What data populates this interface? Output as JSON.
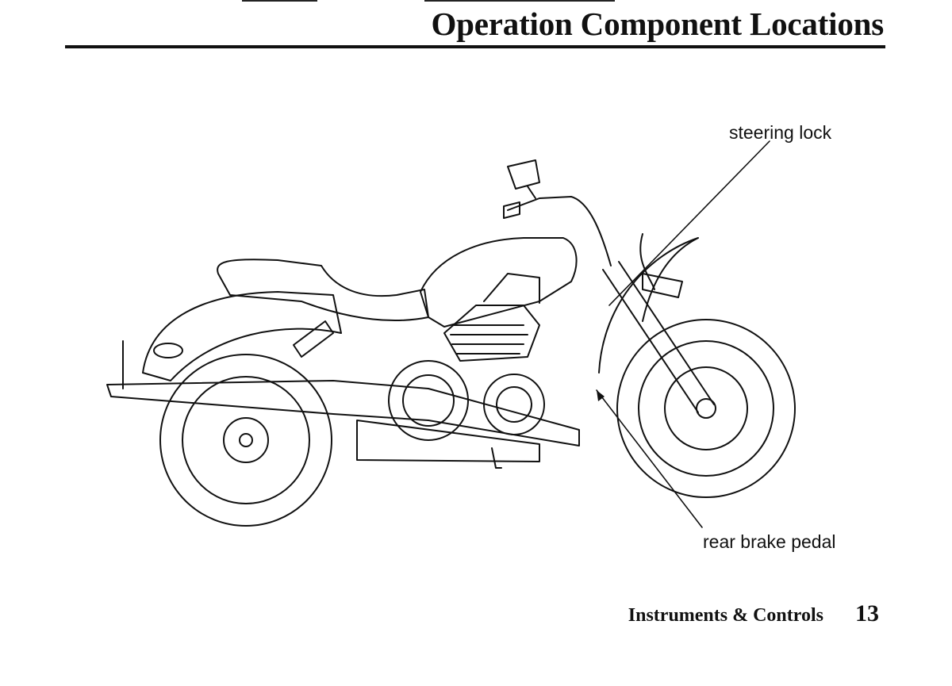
{
  "page": {
    "title": "Operation Component Locations",
    "section": "Instruments & Controls",
    "page_number": "13"
  },
  "figure": {
    "callouts": {
      "steering_lock": "steering lock",
      "rear_brake_pedal": "rear brake pedal"
    }
  },
  "colors": {
    "ink": "#111111",
    "paper": "#ffffff"
  }
}
